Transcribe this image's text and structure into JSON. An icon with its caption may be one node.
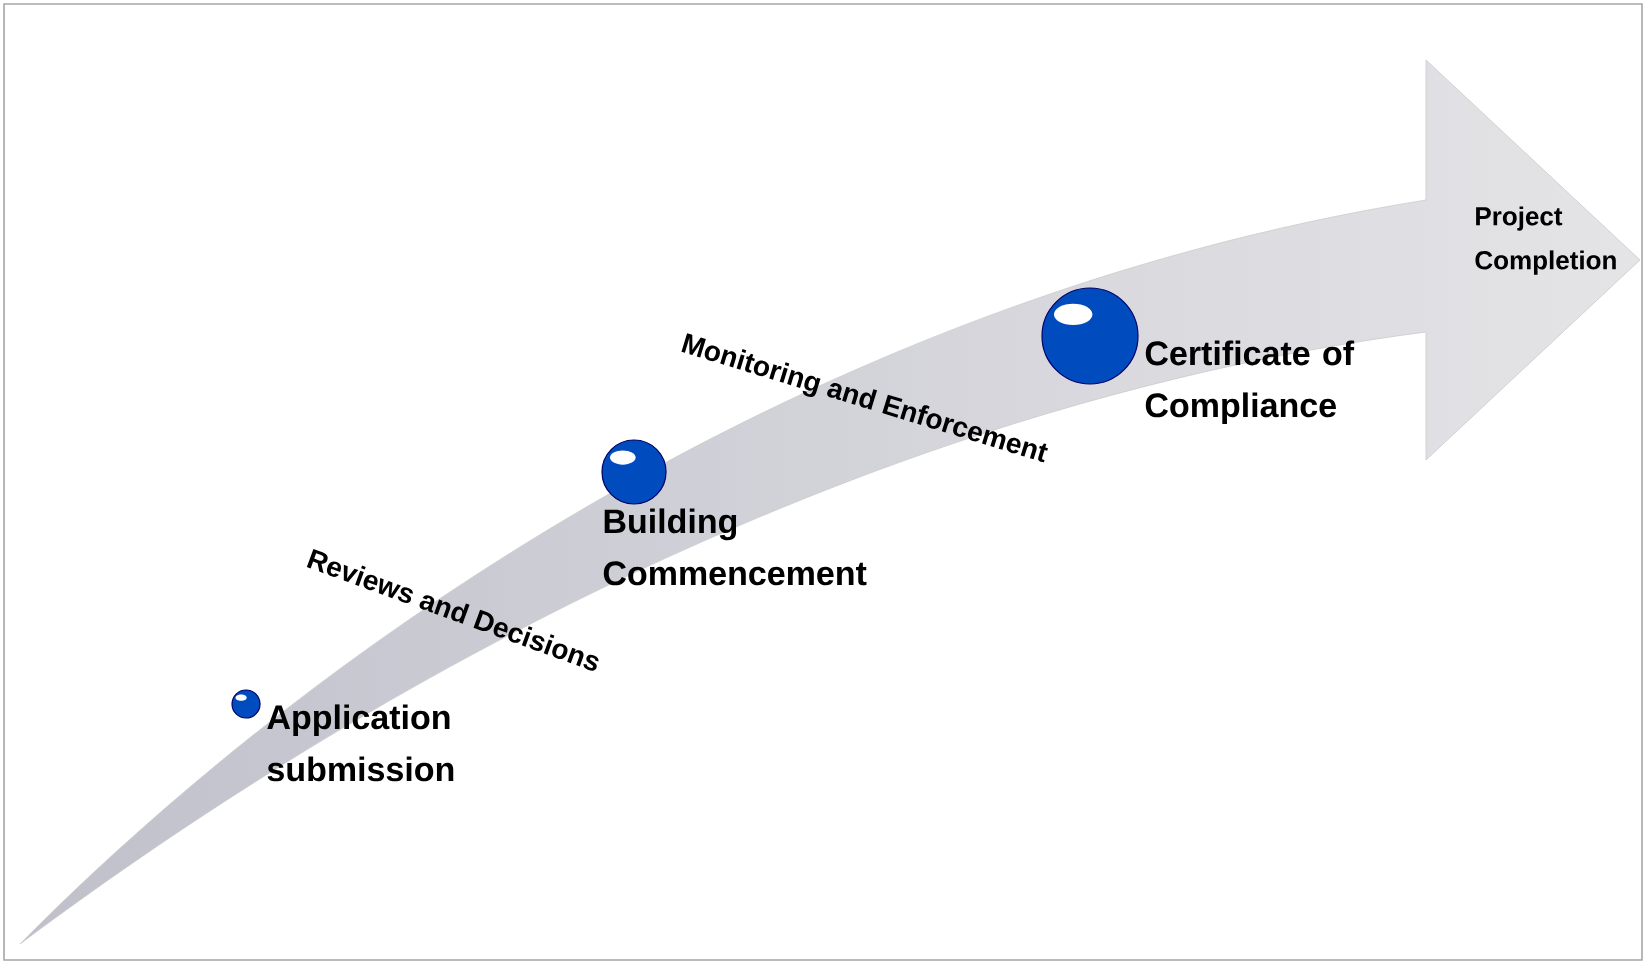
{
  "diagram": {
    "nodes": [
      {
        "text": [],
        "shape": "circle",
        "beside": [
          "Application submission"
        ]
      },
      {
        "text": [],
        "shape": "circle",
        "beside": [
          "Building Commencement"
        ]
      },
      {
        "text": [],
        "shape": "circle",
        "beside": [
          "Certificate of Compliance"
        ]
      }
    ],
    "labels": [
      "Project Completion",
      "Reviews and Decisions",
      "Monitoring and Enforcement"
    ]
  }
}
